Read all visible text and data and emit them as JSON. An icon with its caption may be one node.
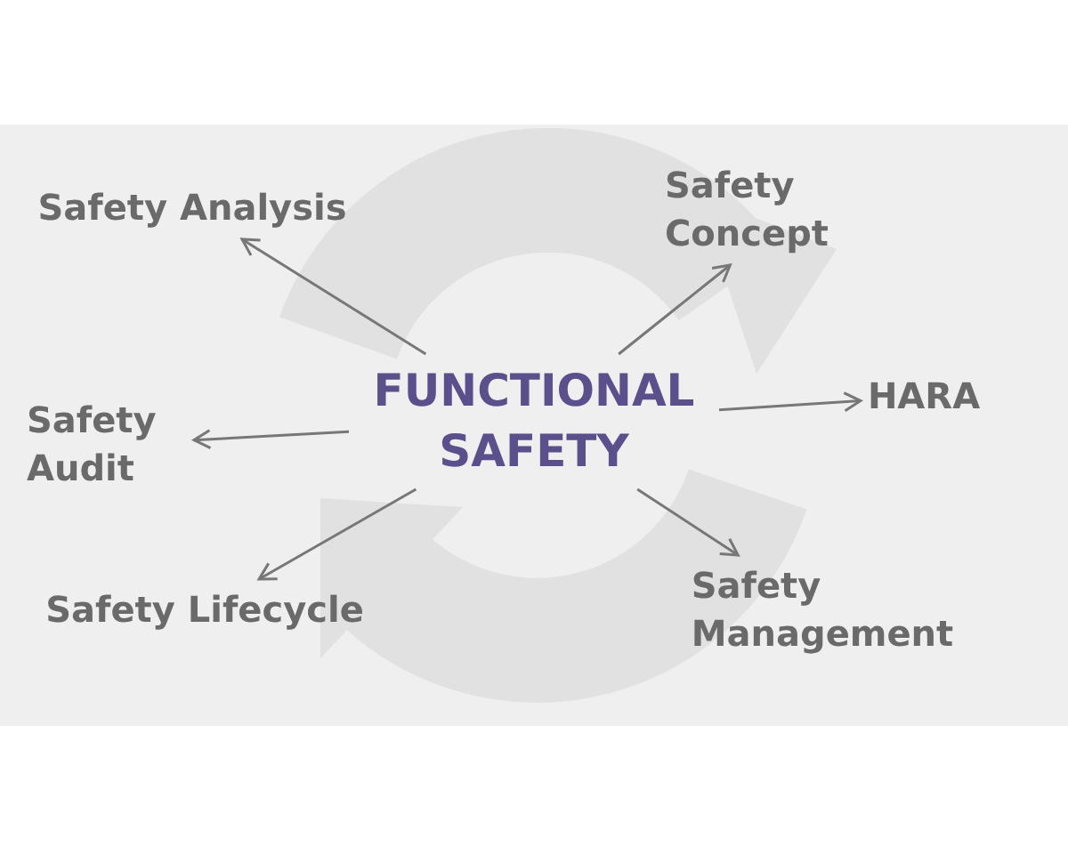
{
  "diagram": {
    "nodes": [
      {
        "text": [
          "Safety Analysis"
        ]
      },
      {
        "text": [
          "Safety Concept"
        ]
      },
      {
        "text": [
          "FUNCTIONAL SAFETY"
        ]
      },
      {
        "text": [
          "HARA"
        ]
      },
      {
        "text": [
          "Safety Audit"
        ]
      },
      {
        "text": [
          "Safety Lifecycle"
        ]
      },
      {
        "text": [
          "Safety Management"
        ]
      }
    ],
    "edges": [
      {
        "from": 2,
        "to": 0,
        "arrow": "to"
      },
      {
        "from": 2,
        "to": 1,
        "arrow": "to"
      },
      {
        "from": 2,
        "to": 3,
        "arrow": "to"
      },
      {
        "from": 2,
        "to": 4,
        "arrow": "to"
      },
      {
        "from": 2,
        "to": 5,
        "arrow": "to"
      },
      {
        "from": 2,
        "to": 6,
        "arrow": "to"
      }
    ]
  }
}
